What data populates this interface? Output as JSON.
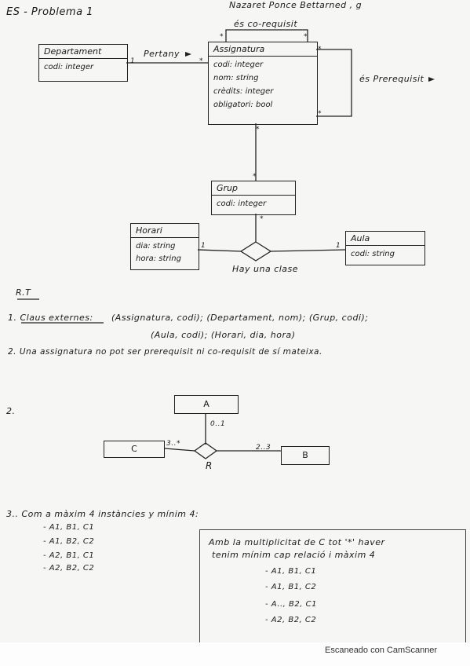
{
  "header": {
    "title": "ES - Problema 1",
    "author": "Nazaret Ponce Bettarned , g"
  },
  "diagram1": {
    "assignatura": {
      "name": "Assignatura",
      "attrs": [
        "codi: integer",
        "nom: string",
        "crèdits: integer",
        "obligatori: bool"
      ]
    },
    "departament": {
      "name": "Departament",
      "attrs": [
        "codi: integer"
      ]
    },
    "grup": {
      "name": "Grup",
      "attrs": [
        "codi: integer"
      ]
    },
    "horari": {
      "name": "Horari",
      "attrs": [
        "dia: string",
        "hora: string"
      ]
    },
    "aula": {
      "name": "Aula",
      "attrs": [
        "codi: string"
      ]
    },
    "labels": {
      "coreq": "és co-requisit",
      "pertany": "Pertany",
      "prereq": "és Prerequisit",
      "ternary": "Hay una clase"
    },
    "mults": {
      "star": "*",
      "one": "1",
      "one_dept": "1",
      "star_assig_pertany": "*",
      "star_assig_bottom": "*",
      "star_grup_bottom": "*",
      "one_horari": "1",
      "one_aula": "1"
    }
  },
  "rt": {
    "heading": "R.T",
    "line1_label": "1. Claus externes:",
    "line1a": "(Assignatura, codi); (Departament, nom); (Grup, codi);",
    "line1b": "(Aula, codi); (Horari, dia, hora)",
    "line2": "2. Una assignatura no pot ser prerequisit ni co-requisit de sí mateixa."
  },
  "diagram2": {
    "number": "2.",
    "a": "A",
    "b": "B",
    "c": "C",
    "r": "R",
    "mult_a": "0..1",
    "mult_c": "3..*",
    "mult_b": "2..3"
  },
  "section3": {
    "intro": "3.. Com a màxim 4 instàncies y mínim 4:",
    "list1": [
      "- A1, B1, C1",
      "- A1, B2, C2",
      "- A2, B1, C1",
      "- A2, B2, C2"
    ],
    "note_line1": "Amb la multiplicitat de C tot '*' haver",
    "note_line2": "tenim mínim cap relació i màxim 4",
    "list2": [
      "- A1, B1, C1",
      "- A1, B1, C2",
      "- A.., B2, C1",
      "- A2, B2, C2"
    ]
  },
  "footer": {
    "text": "Escaneado con CamScanner"
  }
}
